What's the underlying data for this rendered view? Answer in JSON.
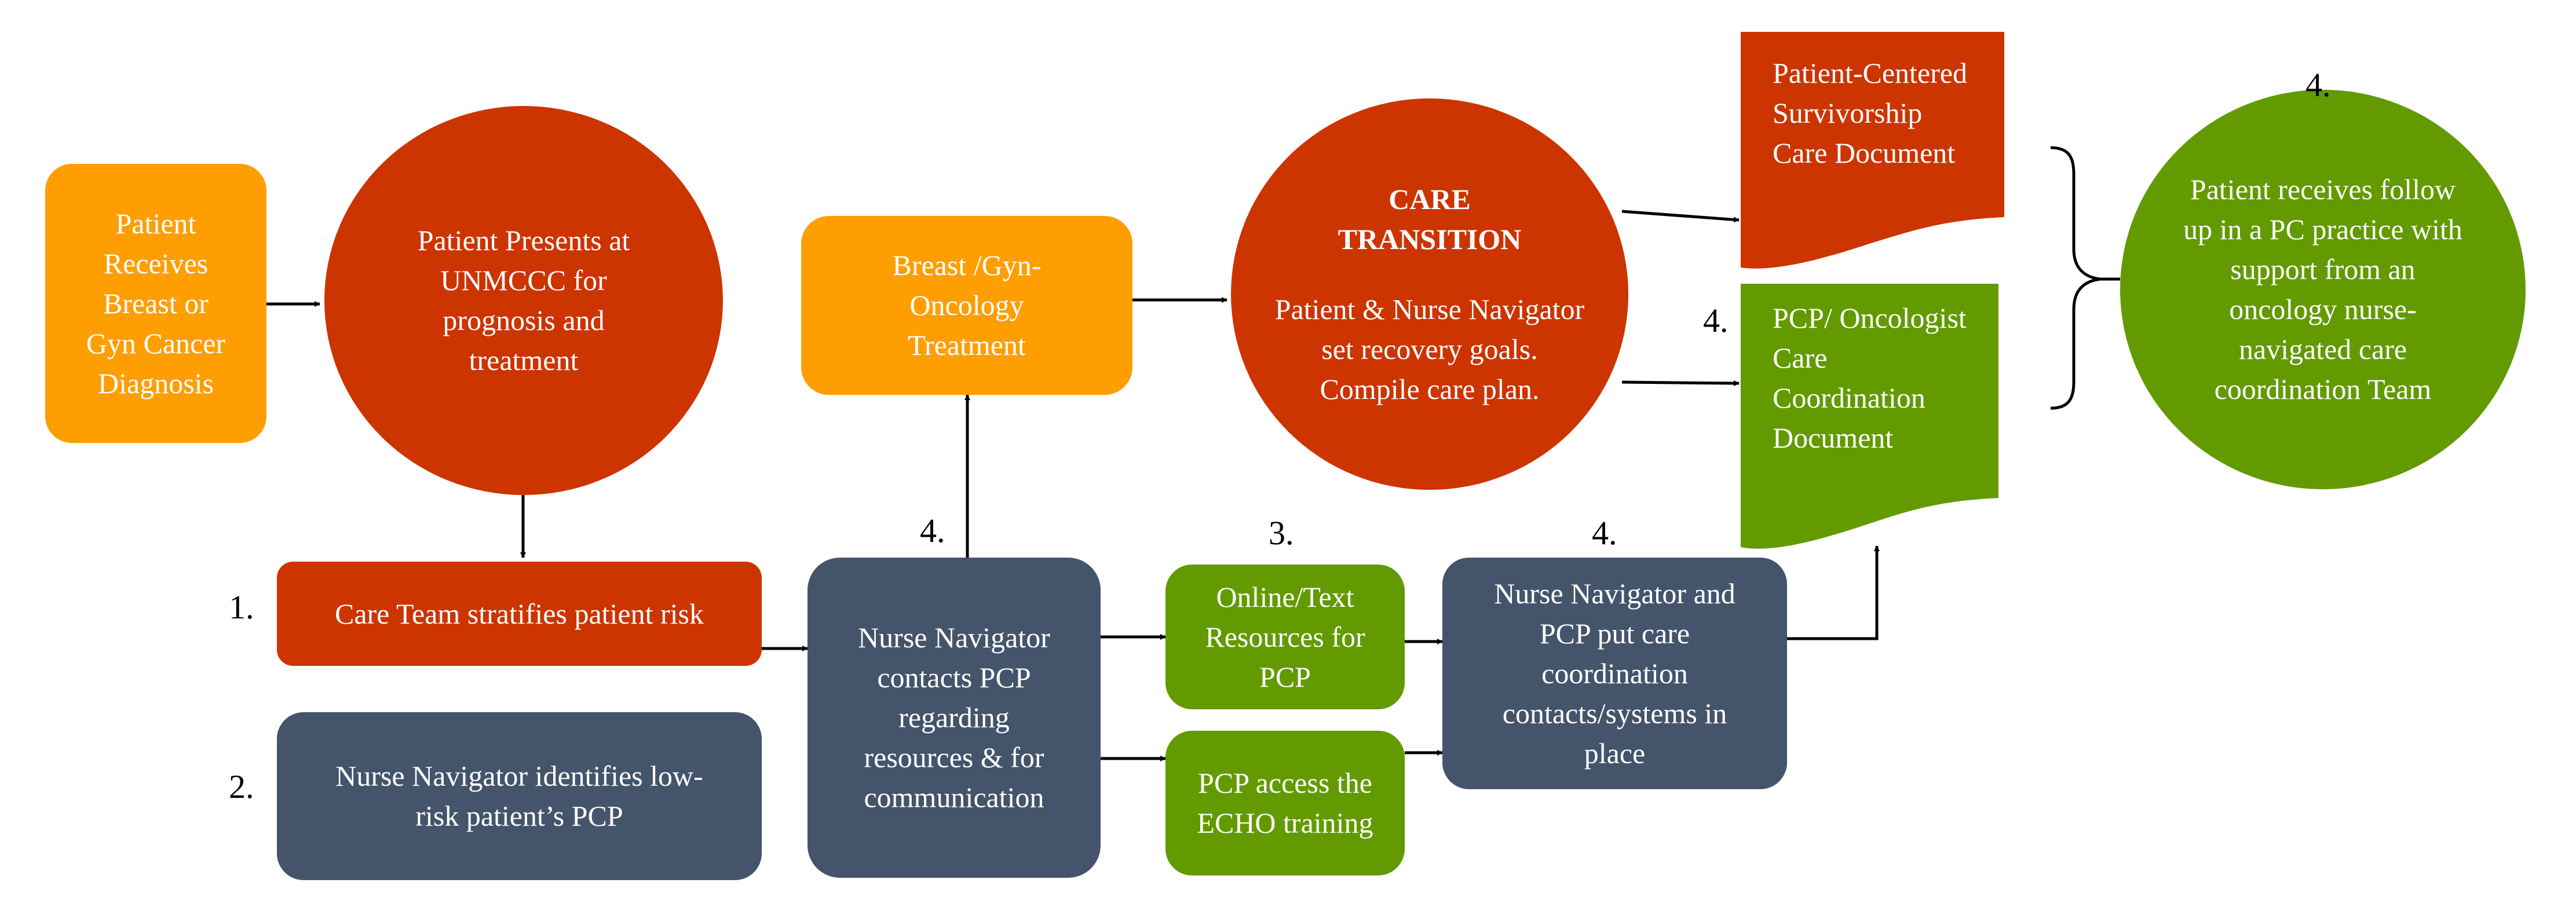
{
  "nodes": {
    "diagnosis": "Patient Receives Breast or Gyn Cancer Diagnosis",
    "presents": "Patient Presents at UNMCCC  for prognosis and treatment",
    "stratify": "Care Team stratifies patient risk",
    "identifies": "Nurse Navigator identifies low-risk patient’s PCP",
    "contacts": "Nurse Navigator contacts PCP regarding resources & for communication",
    "treatment": "Breast /Gyn-Oncology Treatment",
    "care_transition_title": "CARE TRANSITION",
    "care_transition_body": "Patient & Nurse Navigator set recovery goals. Compile care plan.",
    "online_resources": "Online/Text Resources for PCP",
    "echo_training": "PCP access the ECHO training",
    "put_in_place": "Nurse Navigator and PCP put care coordination contacts/systems in place",
    "survivorship_doc": "Patient-Centered Survivorship Care Document",
    "coordination_doc": "PCP/ Oncologist Care Coordination Document",
    "follow_up": "Patient receives follow up in a PC practice with support from an oncology nurse-navigated care coordination Team"
  },
  "step_numbers": {
    "stratify": "1.",
    "identifies": "2.",
    "treatment_link": "4.",
    "online_resources": "3.",
    "put_in_place": "4.",
    "coordination_doc": "4.",
    "follow_up": "4."
  },
  "colors": {
    "orange": "#ff9e00",
    "red": "#cc3400",
    "slate": "#44546a",
    "green": "#629a00"
  }
}
